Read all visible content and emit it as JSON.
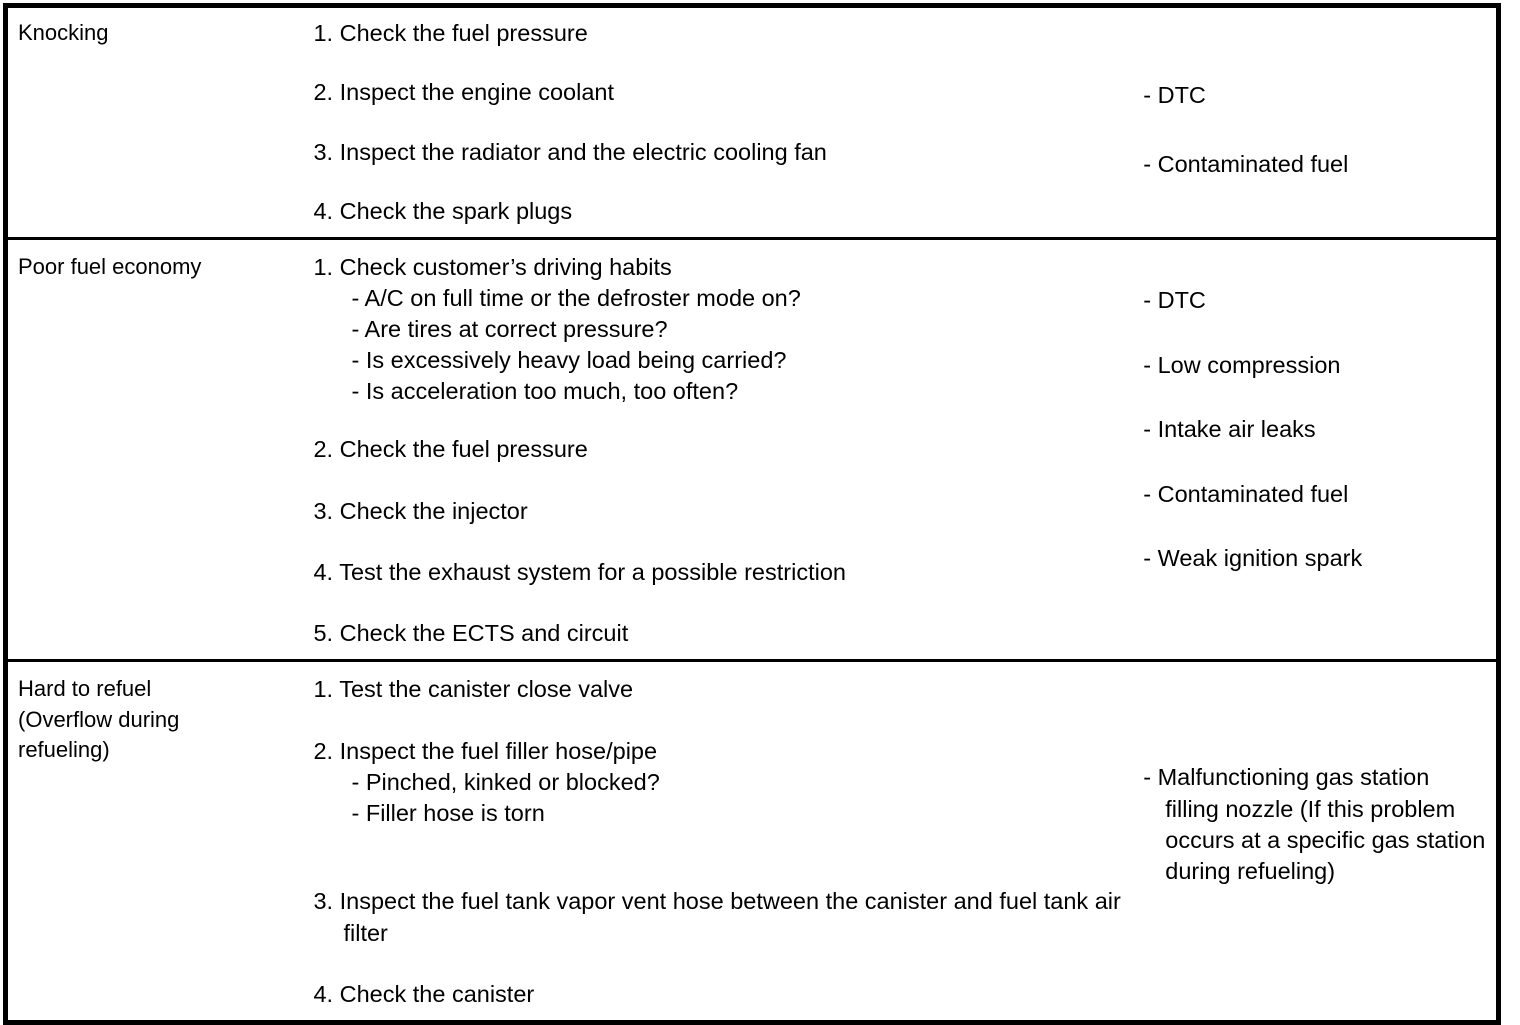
{
  "document": {
    "kind": "troubleshooting-table",
    "border_color": "#000000",
    "background_color": "#ffffff",
    "text_color": "#000000"
  },
  "table": {
    "rows": [
      {
        "symptom_lines": [
          "Knocking"
        ],
        "procedures": [
          {
            "main": "1. Check the fuel pressure",
            "subs": []
          },
          {
            "main": "2. Inspect the engine coolant",
            "subs": []
          },
          {
            "main": "3. Inspect the radiator and the electric cooling fan",
            "subs": []
          },
          {
            "main": "4. Check the spark plugs",
            "subs": []
          }
        ],
        "causes": [
          "-  DTC",
          "-  Contaminated fuel"
        ]
      },
      {
        "symptom_lines": [
          "Poor fuel economy"
        ],
        "procedures": [
          {
            "main": "1. Check customer’s driving habits",
            "subs": [
              "-  A/C on full time or the defroster mode on?",
              "-  Are tires at correct pressure?",
              "-  Is excessively heavy load being carried?",
              "-  Is acceleration too much, too often?"
            ]
          },
          {
            "main": "2. Check the fuel pressure",
            "subs": []
          },
          {
            "main": "3. Check the injector",
            "subs": []
          },
          {
            "main": "4. Test the exhaust system for a possible restriction",
            "subs": []
          },
          {
            "main": "5. Check the ECTS and circuit",
            "subs": []
          }
        ],
        "causes": [
          "-  DTC",
          "-  Low compression",
          "-  Intake air leaks",
          "-  Contaminated fuel",
          "-  Weak ignition spark"
        ]
      },
      {
        "symptom_lines": [
          "Hard to refuel",
          "(Overflow during",
          "refueling)"
        ],
        "procedures": [
          {
            "main": "1. Test the canister close valve",
            "subs": []
          },
          {
            "main": "2. Inspect the fuel filler hose/pipe",
            "subs": [
              "-  Pinched, kinked or blocked?",
              "-  Filler hose is torn"
            ]
          },
          {
            "main": "3. Inspect the fuel tank vapor vent hose between the canister and fuel tank air filter",
            "subs": []
          },
          {
            "main": "4. Check the canister",
            "subs": []
          }
        ],
        "causes": [
          "-  Malfunctioning gas station filling nozzle (If this problem occurs at a specific gas station during refueling)"
        ]
      }
    ]
  }
}
